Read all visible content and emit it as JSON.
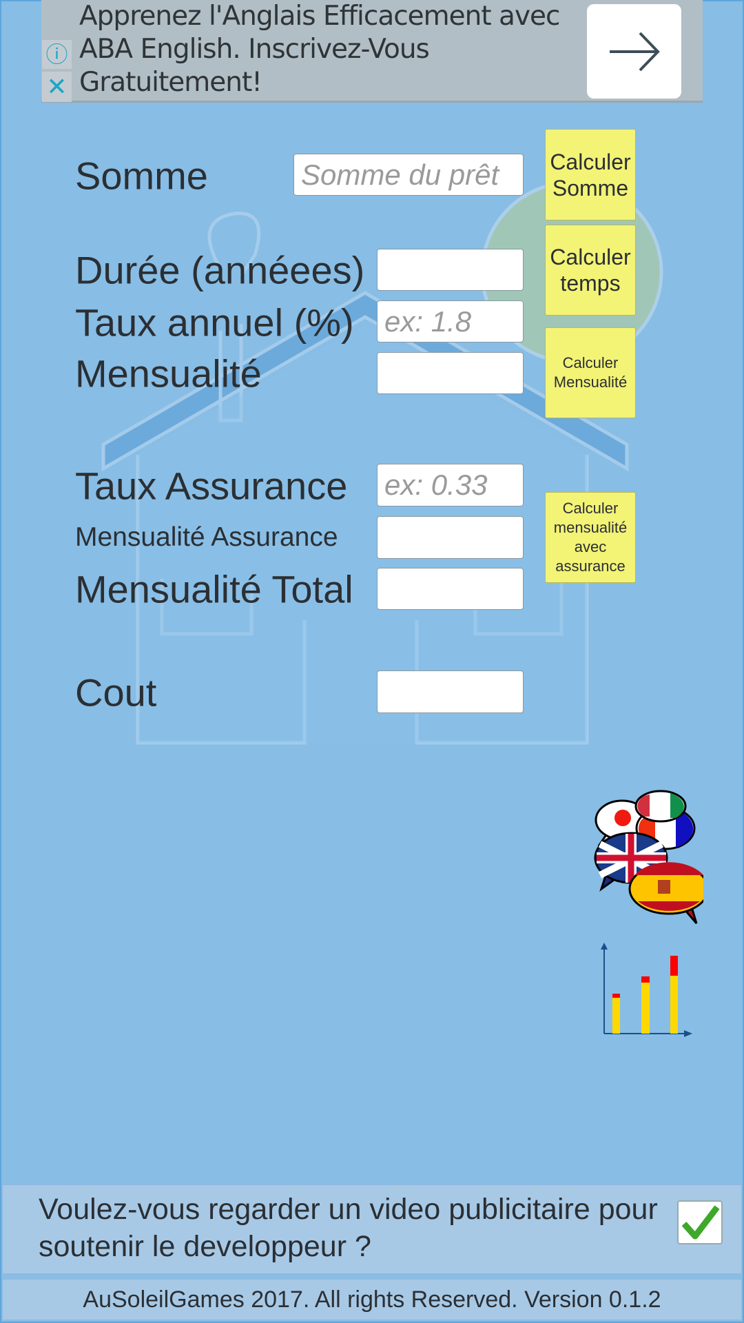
{
  "ad": {
    "text": "Apprenez l'Anglais Efficacement avec ABA English. Inscrivez-Vous Gratuitement!",
    "info_icon": "info-icon",
    "close_icon": "close-icon",
    "arrow_icon": "arrow-right-icon"
  },
  "form": {
    "somme": {
      "label": "Somme",
      "placeholder": "Somme du prêt"
    },
    "duree": {
      "label": "Durée (annéees)",
      "placeholder": ""
    },
    "taux": {
      "label": "Taux annuel (%)",
      "placeholder": "ex: 1.8"
    },
    "mensualite": {
      "label": "Mensualité",
      "placeholder": ""
    },
    "taux_assurance": {
      "label": "Taux Assurance",
      "placeholder": "ex: 0.33"
    },
    "mensualite_assurance": {
      "label": "Mensualité Assurance",
      "placeholder": ""
    },
    "mensualite_total": {
      "label": "Mensualité Total",
      "placeholder": ""
    },
    "cout": {
      "label": "Cout",
      "placeholder": ""
    }
  },
  "buttons": {
    "calc_somme": "Calculer Somme",
    "calc_temps": "Calculer temps",
    "calc_mensualite": "Calculer Mensualité",
    "calc_assurance": "Calculer mensualité avec assurance"
  },
  "icons": {
    "language": "language-flags-icon",
    "chart": "chart-icon"
  },
  "video_prompt": {
    "text": "Voulez-vous regarder un video publicitaire pour soutenir le developpeur ?",
    "checked": true
  },
  "footer": {
    "text": "AuSoleilGames 2017. All rights Reserved. Version 0.1.2"
  }
}
